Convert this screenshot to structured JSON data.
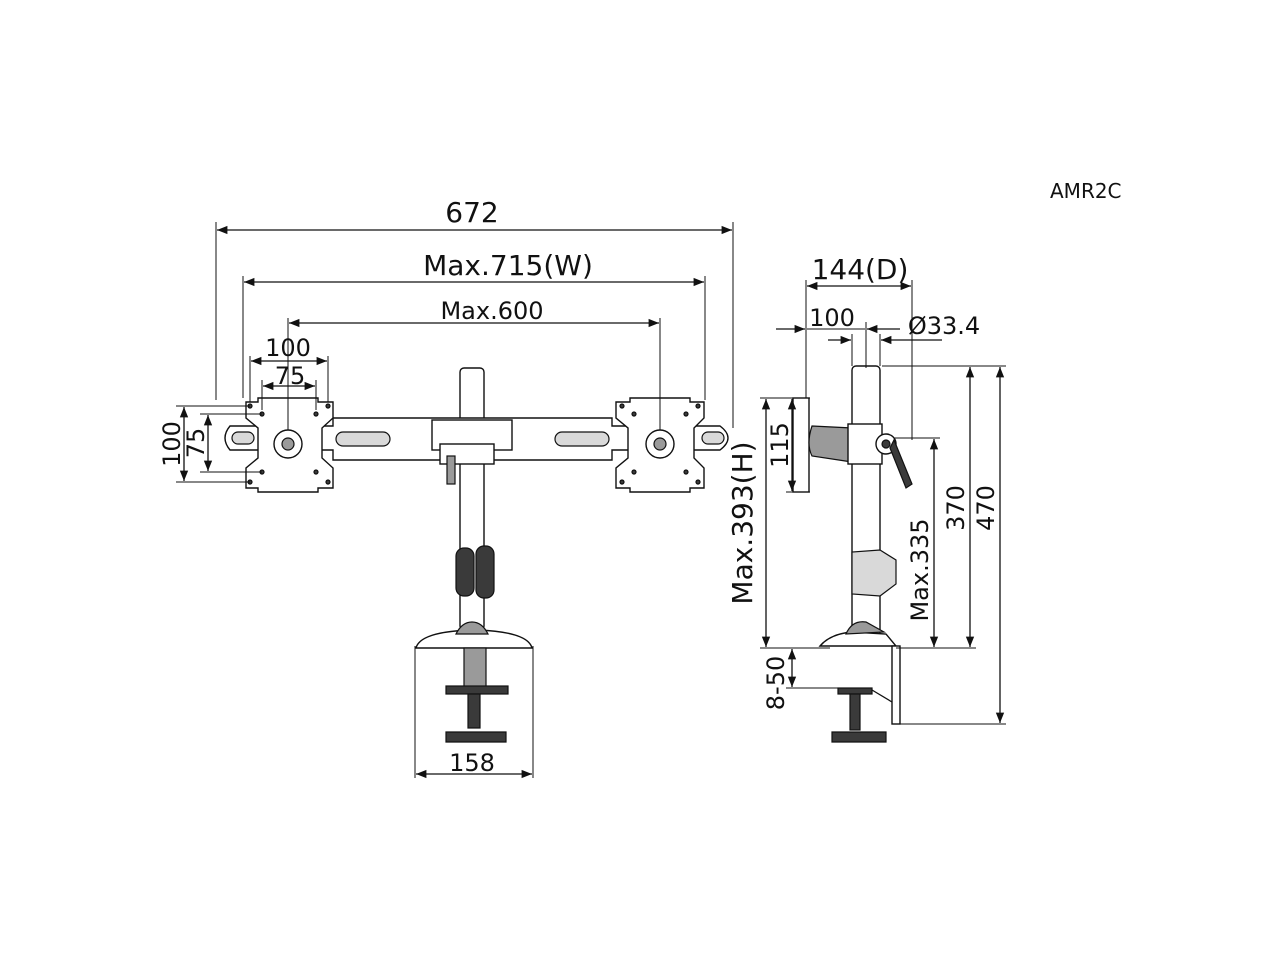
{
  "model_code": "AMR2C",
  "front_view": {
    "overall_width": "672",
    "max_width": "Max.715(W)",
    "max_arm_span": "Max.600",
    "vesa_100": "100",
    "vesa_75": "75",
    "vesa_100_vertical": "100",
    "vesa_75_vertical": "75",
    "base_width": "158"
  },
  "side_view": {
    "depth": "144(D)",
    "offset_100": "100",
    "pole_diameter": "Ø33.4",
    "plate_height": "115",
    "max_height": "Max.393(H)",
    "max_335": "Max.335",
    "height_370": "370",
    "height_470": "470",
    "clamp_range": "8-50"
  }
}
